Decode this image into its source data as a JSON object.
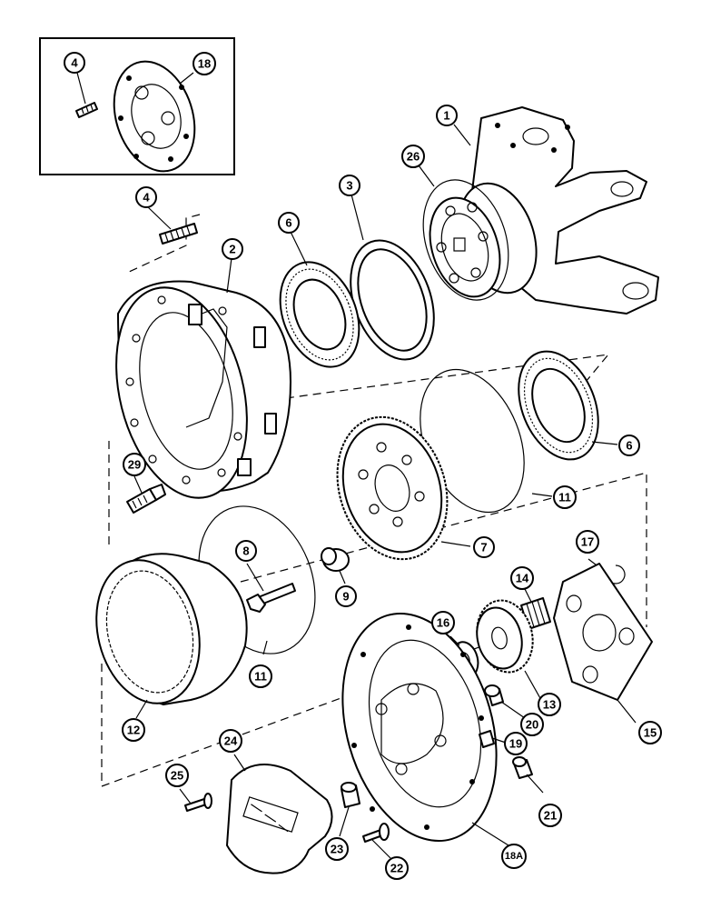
{
  "callouts": [
    {
      "id": "c-4-inset",
      "label": "4"
    },
    {
      "id": "c-18",
      "label": "18"
    },
    {
      "id": "c-4",
      "label": "4"
    },
    {
      "id": "c-1",
      "label": "1"
    },
    {
      "id": "c-26",
      "label": "26"
    },
    {
      "id": "c-3",
      "label": "3"
    },
    {
      "id": "c-6-top",
      "label": "6"
    },
    {
      "id": "c-2",
      "label": "2"
    },
    {
      "id": "c-6-right",
      "label": "6"
    },
    {
      "id": "c-29",
      "label": "29"
    },
    {
      "id": "c-11-right",
      "label": "11"
    },
    {
      "id": "c-7",
      "label": "7"
    },
    {
      "id": "c-8",
      "label": "8"
    },
    {
      "id": "c-17",
      "label": "17"
    },
    {
      "id": "c-9",
      "label": "9"
    },
    {
      "id": "c-14",
      "label": "14"
    },
    {
      "id": "c-16",
      "label": "16"
    },
    {
      "id": "c-11-left",
      "label": "11"
    },
    {
      "id": "c-12",
      "label": "12"
    },
    {
      "id": "c-13",
      "label": "13"
    },
    {
      "id": "c-20",
      "label": "20"
    },
    {
      "id": "c-15",
      "label": "15"
    },
    {
      "id": "c-19",
      "label": "19"
    },
    {
      "id": "c-24",
      "label": "24"
    },
    {
      "id": "c-25",
      "label": "25"
    },
    {
      "id": "c-21",
      "label": "21"
    },
    {
      "id": "c-23",
      "label": "23"
    },
    {
      "id": "c-22",
      "label": "22"
    },
    {
      "id": "c-18a",
      "label": "18A"
    }
  ]
}
